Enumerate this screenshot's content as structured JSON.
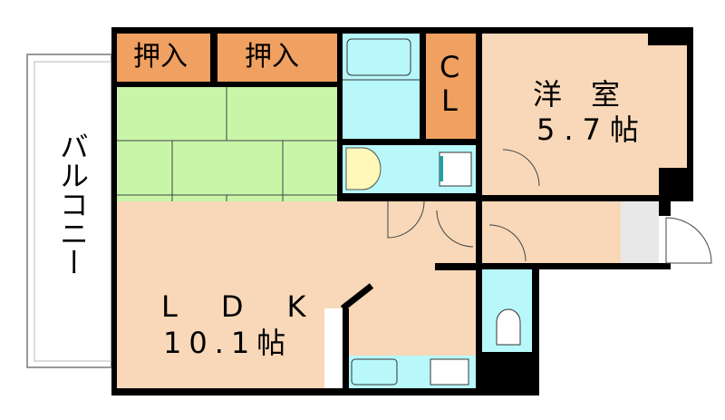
{
  "rooms": {
    "closet1": {
      "label": "押入"
    },
    "closet2": {
      "label": "押入"
    },
    "cl": {
      "label_line1": "C",
      "label_line2": "L"
    },
    "western": {
      "name": "洋　室",
      "size": "5.7帖"
    },
    "ldk": {
      "name": "L　D　K",
      "size": "10.1帖"
    },
    "balcony": {
      "label": "バルコニー"
    }
  },
  "colors": {
    "wall": "#000000",
    "closet": "#f0a060",
    "tatami": "#c8f5a8",
    "wet_area": "#b8f8fa",
    "living": "#f8d8b8",
    "entrance": "#e8e8e8",
    "washbasin": "#fff8b8"
  }
}
